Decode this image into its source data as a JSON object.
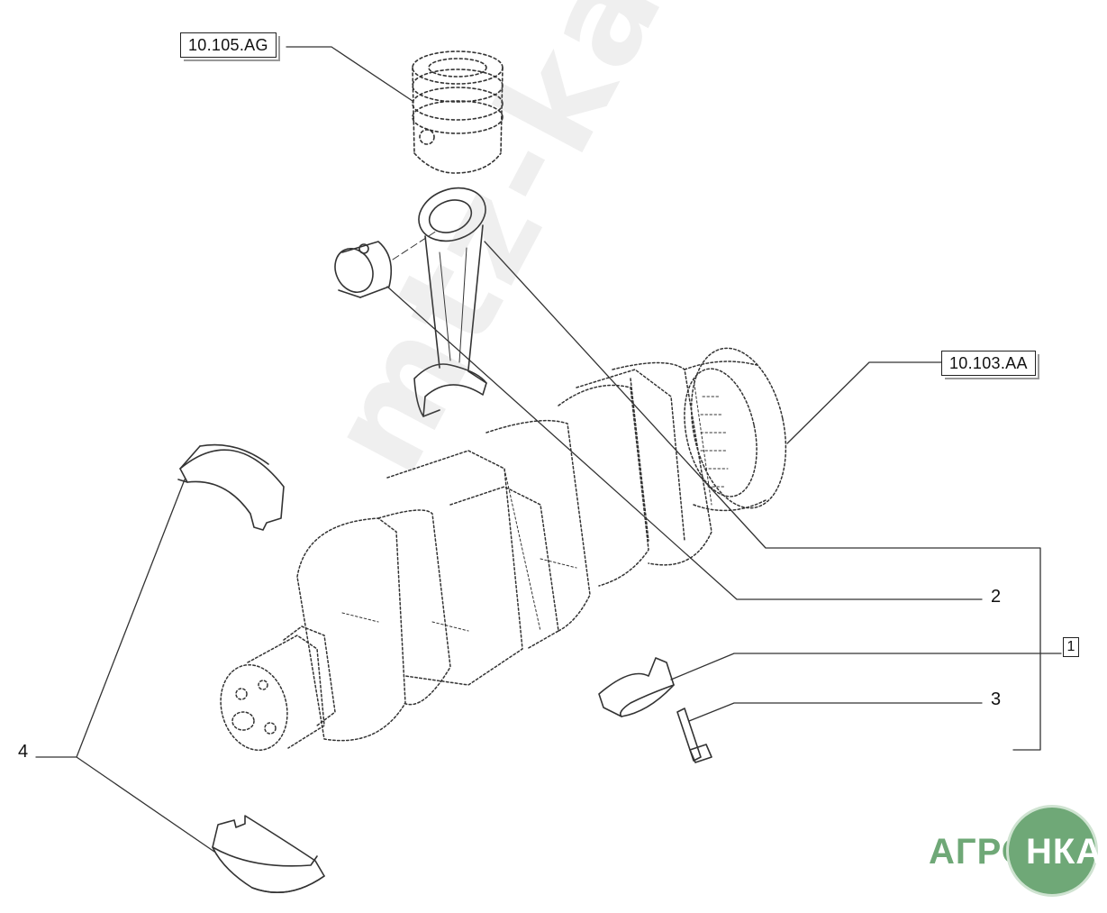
{
  "references": {
    "piston": "10.105.AG",
    "flywheel": "10.103.AA"
  },
  "callouts": {
    "item1": "1",
    "item2": "2",
    "item3": "3",
    "item4": "4"
  },
  "watermark": "mtz-ka.by",
  "logo": {
    "left_text": "АГРО",
    "right_text": "НКА"
  },
  "colors": {
    "line": "#222222",
    "logo_green": "#6fa877"
  }
}
